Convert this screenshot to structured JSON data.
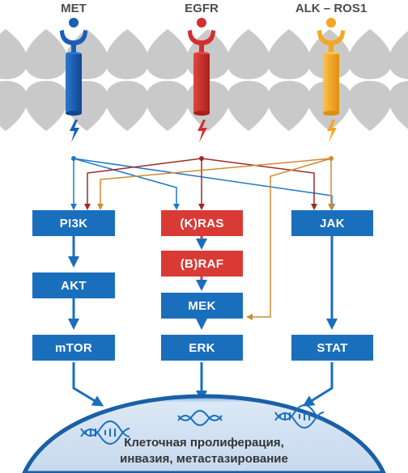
{
  "receptors": [
    {
      "label": "MET",
      "color": "#1a5fb4"
    },
    {
      "label": "EGFR",
      "color": "#d32f2f"
    },
    {
      "label": "ALK – ROS1",
      "color": "#f5a623"
    }
  ],
  "pathways": {
    "left": [
      "PI3K",
      "AKT",
      "mTOR"
    ],
    "middle": [
      "(K)RAS",
      "(B)RAF",
      "MEK",
      "ERK"
    ],
    "right": [
      "JAK",
      "STAT"
    ]
  },
  "outcome": {
    "line1": "Клеточная пролиферация,",
    "line2": "инвазия, метастазирование"
  },
  "colors": {
    "blue_box": "#1a6fbd",
    "red_box": "#d93a35",
    "met_arrow": "#1e78c8",
    "egfr_arrow": "#a02828",
    "alk_arrow": "#d08a30",
    "nucleus": "#1a5fa8"
  }
}
